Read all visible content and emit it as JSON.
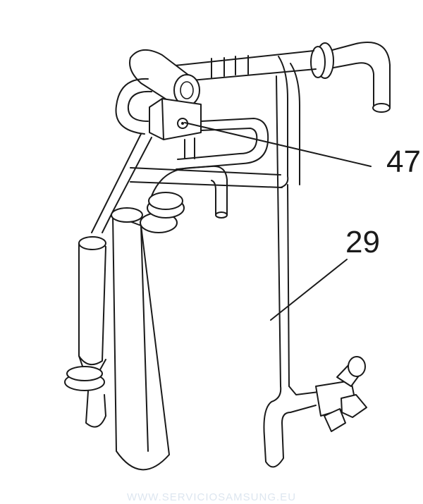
{
  "diagram": {
    "callouts": [
      {
        "id": "47",
        "label": "47"
      },
      {
        "id": "29",
        "label": "29"
      }
    ],
    "watermark": "WWW.SERVICIOSAMSUNG.EU",
    "colors": {
      "line": "#1a1a1a",
      "fill": "#ffffff",
      "watermark": "#dde6f0"
    }
  }
}
